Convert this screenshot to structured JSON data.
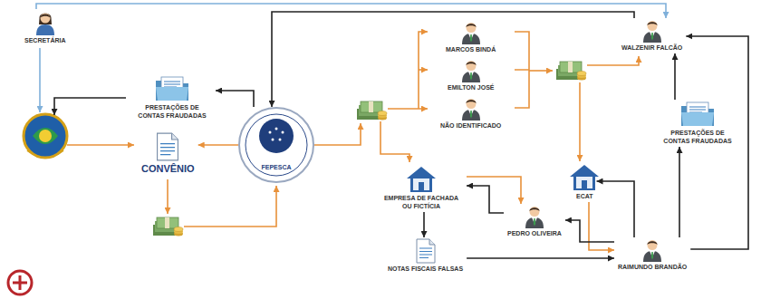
{
  "diagram": {
    "nodes": [
      {
        "text": [
          "SECRETÁRIA"
        ]
      },
      {
        "text": [
          "PRESTAÇÕES DE CONTAS FRAUDADAS"
        ]
      },
      {
        "text": [
          "CONVÊNIO"
        ]
      },
      {
        "text": [
          "FEPESCA"
        ]
      },
      {
        "text": [
          "MARCOS BINDÁ"
        ]
      },
      {
        "text": [
          "EMILTON JOSÉ"
        ]
      },
      {
        "text": [
          "NÃO IDENTIFICADO"
        ]
      },
      {
        "text": [
          "WALZENIR FALCÃO"
        ]
      },
      {
        "text": [
          "PRESTAÇÕES DE CONTAS FRAUDADAS"
        ]
      },
      {
        "text": [
          "EMPRESA DE FACHADA OU FICTÍCIA"
        ]
      },
      {
        "text": [
          "ECAT"
        ]
      },
      {
        "text": [
          "PEDRO OLIVEIRA"
        ]
      },
      {
        "text": [
          "NOTAS FISCAIS FALSAS"
        ]
      },
      {
        "text": [
          "RAIMUNDO BRANDÃO"
        ]
      }
    ],
    "edges": [
      {
        "from": 0,
        "to": 7,
        "arrow": "to"
      },
      {
        "from": 7,
        "to": 3,
        "arrow": "to"
      },
      {
        "from": 3,
        "to": 1,
        "arrow": "to"
      },
      {
        "from": 3,
        "to": 2,
        "arrow": "to"
      },
      {
        "from": 13,
        "to": 7,
        "arrow": "to"
      },
      {
        "from": 8,
        "to": 7,
        "arrow": "to"
      },
      {
        "from": 13,
        "to": 8,
        "arrow": "to"
      },
      {
        "from": 13,
        "to": 10,
        "arrow": "to"
      },
      {
        "from": 10,
        "to": 13,
        "arrow": "to"
      },
      {
        "from": 13,
        "to": 11,
        "arrow": "to"
      },
      {
        "from": 11,
        "to": 9,
        "arrow": "to"
      },
      {
        "from": 9,
        "to": 11,
        "arrow": "to"
      },
      {
        "from": 9,
        "to": 12,
        "arrow": "to"
      },
      {
        "from": 12,
        "to": 13,
        "arrow": "to"
      }
    ]
  }
}
